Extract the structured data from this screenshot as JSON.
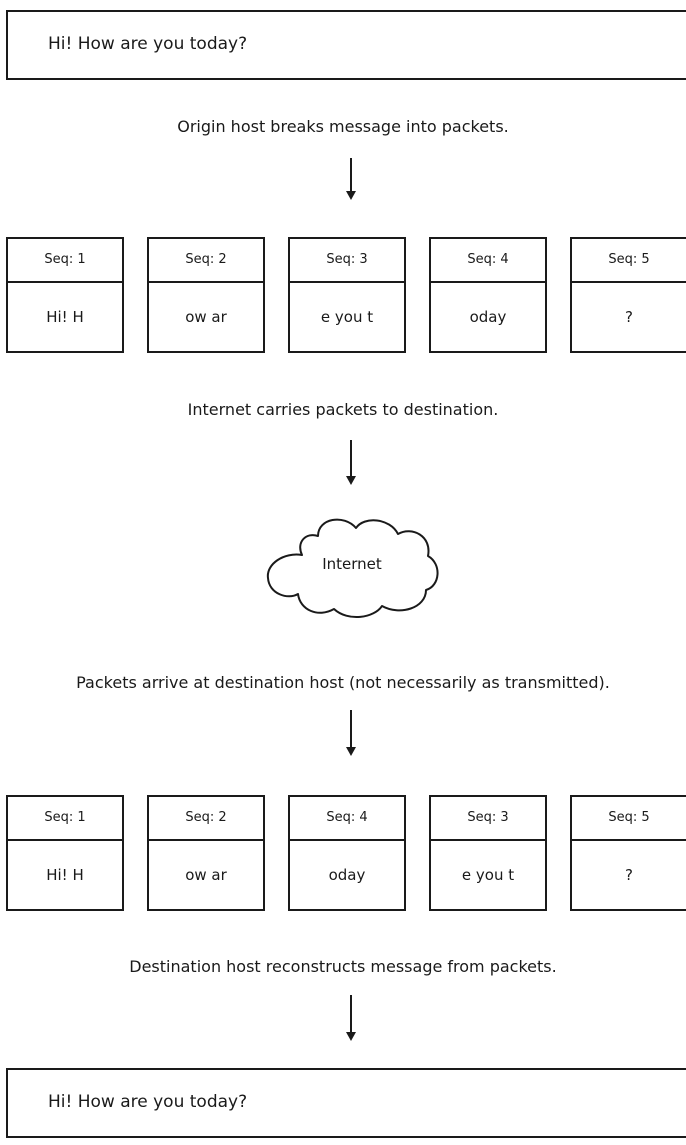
{
  "original_message": "Hi! How are you today?",
  "reconstructed_message": "Hi! How are you today?",
  "captions": {
    "break": "Origin host breaks message into packets.",
    "carry": "Internet carries packets to destination.",
    "arrive": "Packets arrive at destination host (not necessarily as transmitted).",
    "reconstruct": "Destination host reconstructs message from packets."
  },
  "cloud_label": "Internet",
  "sent_packets": [
    {
      "seq": "Seq: 1",
      "payload": "Hi! H"
    },
    {
      "seq": "Seq: 2",
      "payload": "ow ar"
    },
    {
      "seq": "Seq: 3",
      "payload": "e you t"
    },
    {
      "seq": "Seq: 4",
      "payload": "oday"
    },
    {
      "seq": "Seq: 5",
      "payload": "?"
    }
  ],
  "received_packets": [
    {
      "seq": "Seq: 1",
      "payload": "Hi! H"
    },
    {
      "seq": "Seq: 2",
      "payload": "ow ar"
    },
    {
      "seq": "Seq: 4",
      "payload": "oday"
    },
    {
      "seq": "Seq: 3",
      "payload": "e you t"
    },
    {
      "seq": "Seq: 5",
      "payload": "?"
    }
  ],
  "colors": {
    "stroke": "#1a1a1a",
    "background": "#ffffff"
  }
}
